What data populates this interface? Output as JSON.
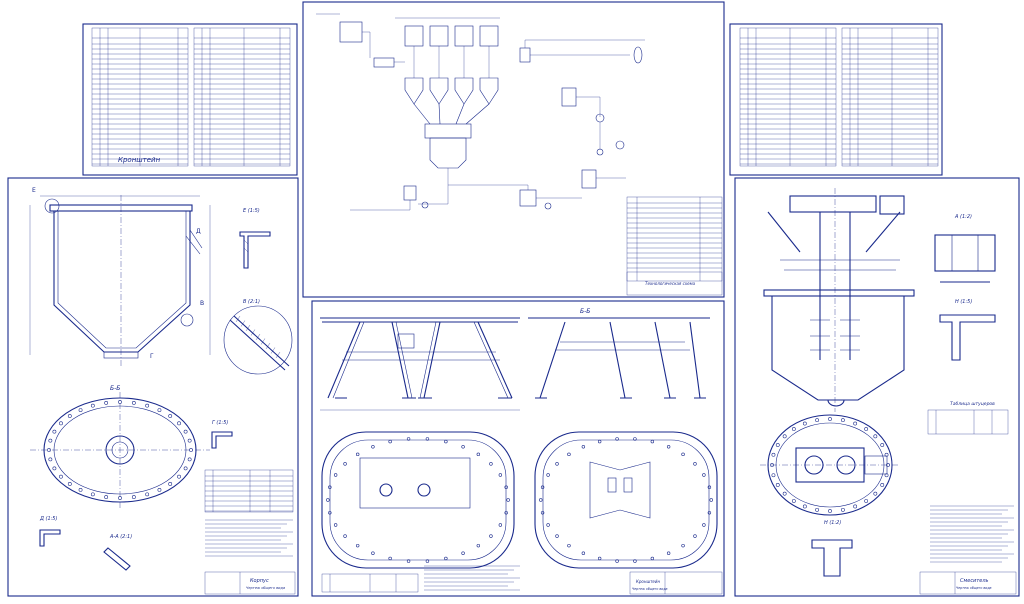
{
  "colors": {
    "ink": "#1a2a8c",
    "paper": "#ffffff"
  },
  "sheets": {
    "bracket_spec": {
      "title": "Кронштейн"
    },
    "body": {
      "title": "Корпус",
      "stamp_sub": "Чертеж общего вида"
    },
    "scheme": {
      "title": "Технологическая схема"
    },
    "bracket_drawing": {
      "title": "Кронштейн",
      "stamp_sub": "Чертеж общего вида"
    },
    "mixer": {
      "title": "Смеситель",
      "stamp_sub": "Чертеж общего вида"
    }
  },
  "views": {
    "e_section": "Е (1:5)",
    "v_section": "В (2:1)",
    "g_section": "Г (1:5)",
    "d_section": "Д (1:5)",
    "aa_section": "А-А (2:1)",
    "bb_section": "Б-Б",
    "a_section": "А (1:2)",
    "n_section": "Н (1:5)",
    "n_bottom": "Н (1:2)"
  },
  "tables": {
    "pipes_title": "Таблица штуцеров"
  }
}
